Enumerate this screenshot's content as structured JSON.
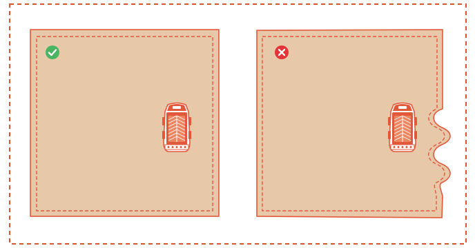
{
  "figure": {
    "colors": {
      "frame": "#d9542b",
      "surface": "#e7c8a8",
      "outline": "#e2583a",
      "correct": "#4cb564",
      "wrong": "#e53438",
      "mark": "#ffffff"
    },
    "panels": [
      {
        "status": "correct",
        "icon": "check-icon",
        "edge": "straight"
      },
      {
        "status": "wrong",
        "icon": "cross-icon",
        "edge": "wavy"
      }
    ]
  }
}
